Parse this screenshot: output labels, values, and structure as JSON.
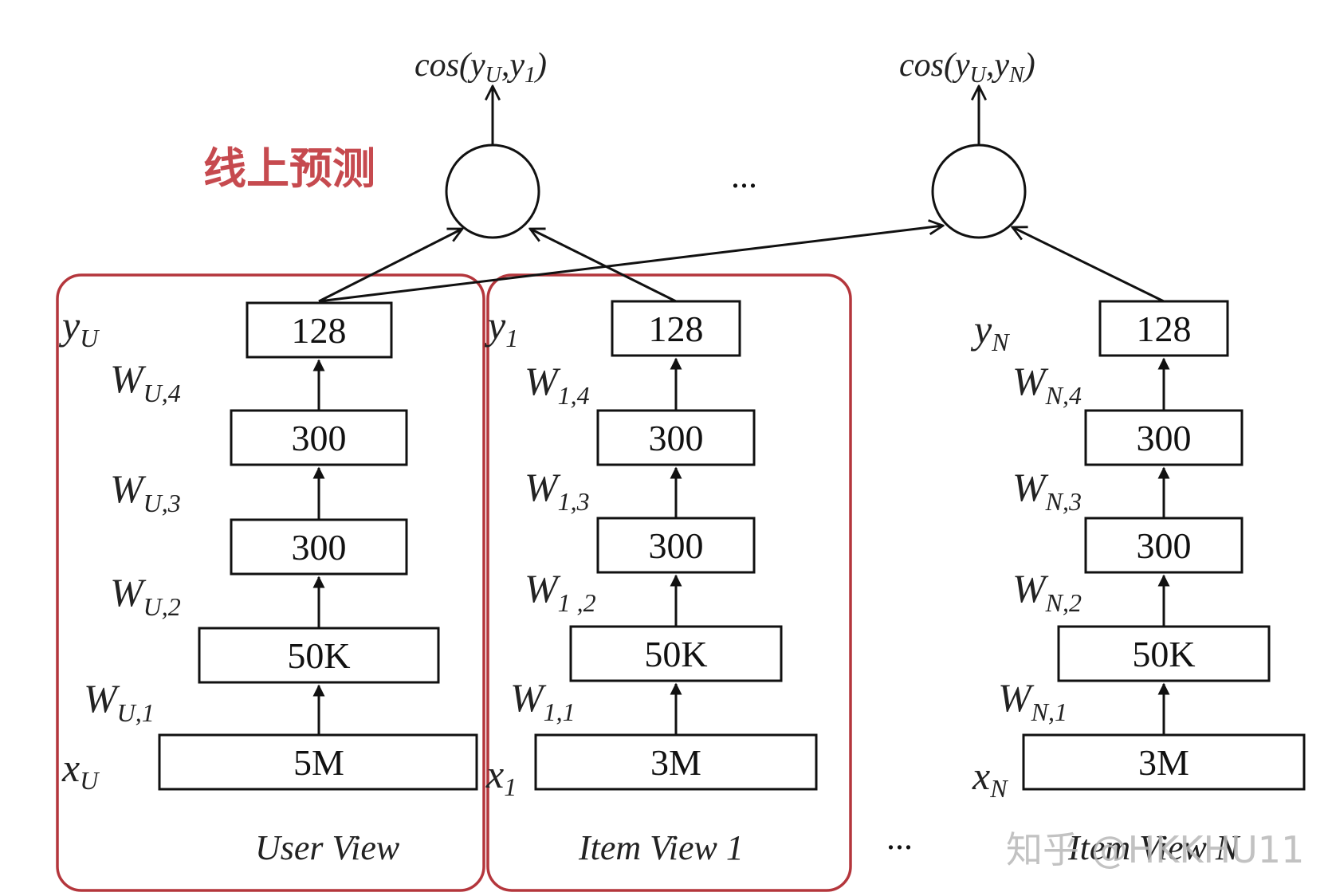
{
  "heading": "线上预测",
  "outputs": [
    {
      "text": "cos(",
      "sub1": "y",
      "sub1s": "U",
      "comma": ",",
      "sub2": "y",
      "sub2s": "1",
      "close": ")"
    },
    {
      "text": "cos(",
      "sub1": "y",
      "sub1s": "U",
      "comma": ",",
      "sub2": "y",
      "sub2s": "N",
      "close": ")"
    }
  ],
  "ellipsis": "...",
  "towers": [
    {
      "caption": "User View",
      "y_label": {
        "base": "y",
        "sub": "U"
      },
      "x_label": {
        "base": "x",
        "sub": "U"
      },
      "layers": [
        "128",
        "300",
        "300",
        "50K",
        "5M"
      ],
      "weights": [
        {
          "base": "W",
          "sub": "U,4"
        },
        {
          "base": "W",
          "sub": "U,3"
        },
        {
          "base": "W",
          "sub": "U,2"
        },
        {
          "base": "W",
          "sub": "U,1"
        }
      ]
    },
    {
      "caption": "Item View 1",
      "y_label": {
        "base": "y",
        "sub": "1"
      },
      "x_label": {
        "base": "x",
        "sub": "1"
      },
      "layers": [
        "128",
        "300",
        "300",
        "50K",
        "3M"
      ],
      "weights": [
        {
          "base": "W",
          "sub": "1,4"
        },
        {
          "base": "W",
          "sub": "1,3"
        },
        {
          "base": "W",
          "sub": "1 ,2"
        },
        {
          "base": "W",
          "sub": "1,1"
        }
      ]
    },
    {
      "caption": "Item View N",
      "y_label": {
        "base": "y",
        "sub": "N"
      },
      "x_label": {
        "base": "x",
        "sub": "N"
      },
      "layers": [
        "128",
        "300",
        "300",
        "50K",
        "3M"
      ],
      "weights": [
        {
          "base": "W",
          "sub": "N,4"
        },
        {
          "base": "W",
          "sub": "N,3"
        },
        {
          "base": "W",
          "sub": "N,2"
        },
        {
          "base": "W",
          "sub": "N,1"
        }
      ]
    }
  ],
  "watermark": "知乎 @HKKHU11"
}
